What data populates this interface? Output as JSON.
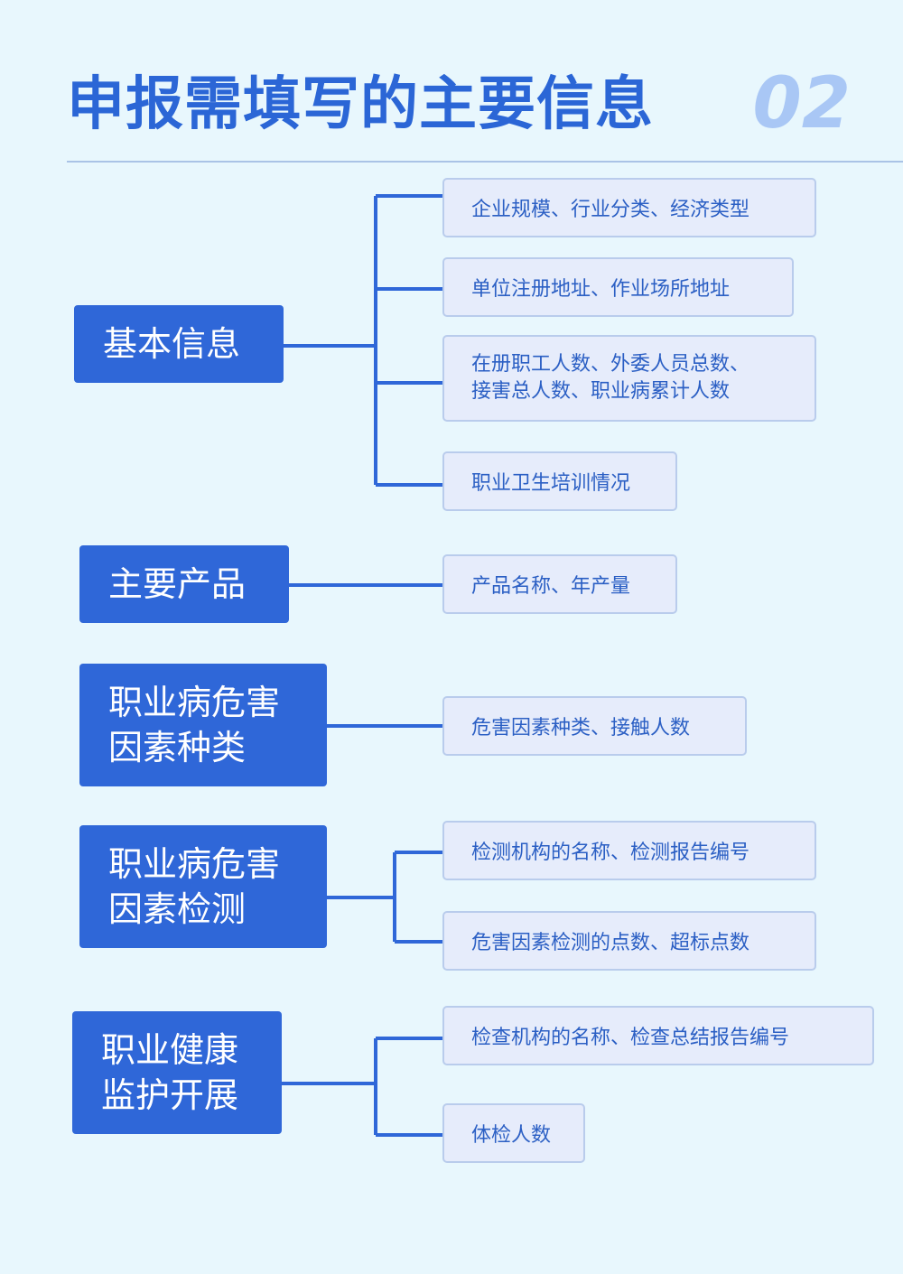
{
  "header": {
    "title": "申报需填写的主要信息",
    "page_number": "02"
  },
  "groups": [
    {
      "label": "基本信息",
      "items": [
        "企业规模、行业分类、经济类型",
        "单位注册地址、作业场所地址",
        "在册职工人数、外委人员总数、\n接害总人数、职业病累计人数",
        "职业卫生培训情况"
      ]
    },
    {
      "label": "主要产品",
      "items": [
        "产品名称、年产量"
      ]
    },
    {
      "label": "职业病危害\n因素种类",
      "items": [
        "危害因素种类、接触人数"
      ]
    },
    {
      "label": "职业病危害\n因素检测",
      "items": [
        "检测机构的名称、检测报告编号",
        "危害因素检测的点数、超标点数"
      ]
    },
    {
      "label": "职业健康\n监护开展",
      "items": [
        "检查机构的名称、检查总结报告编号",
        "体检人数"
      ]
    }
  ],
  "colors": {
    "background": "#e8f7fd",
    "accent": "#2f67d8",
    "item_fill": "#e6ecfb",
    "item_border": "#b9ccec",
    "page_number": "#a9c7f5"
  }
}
